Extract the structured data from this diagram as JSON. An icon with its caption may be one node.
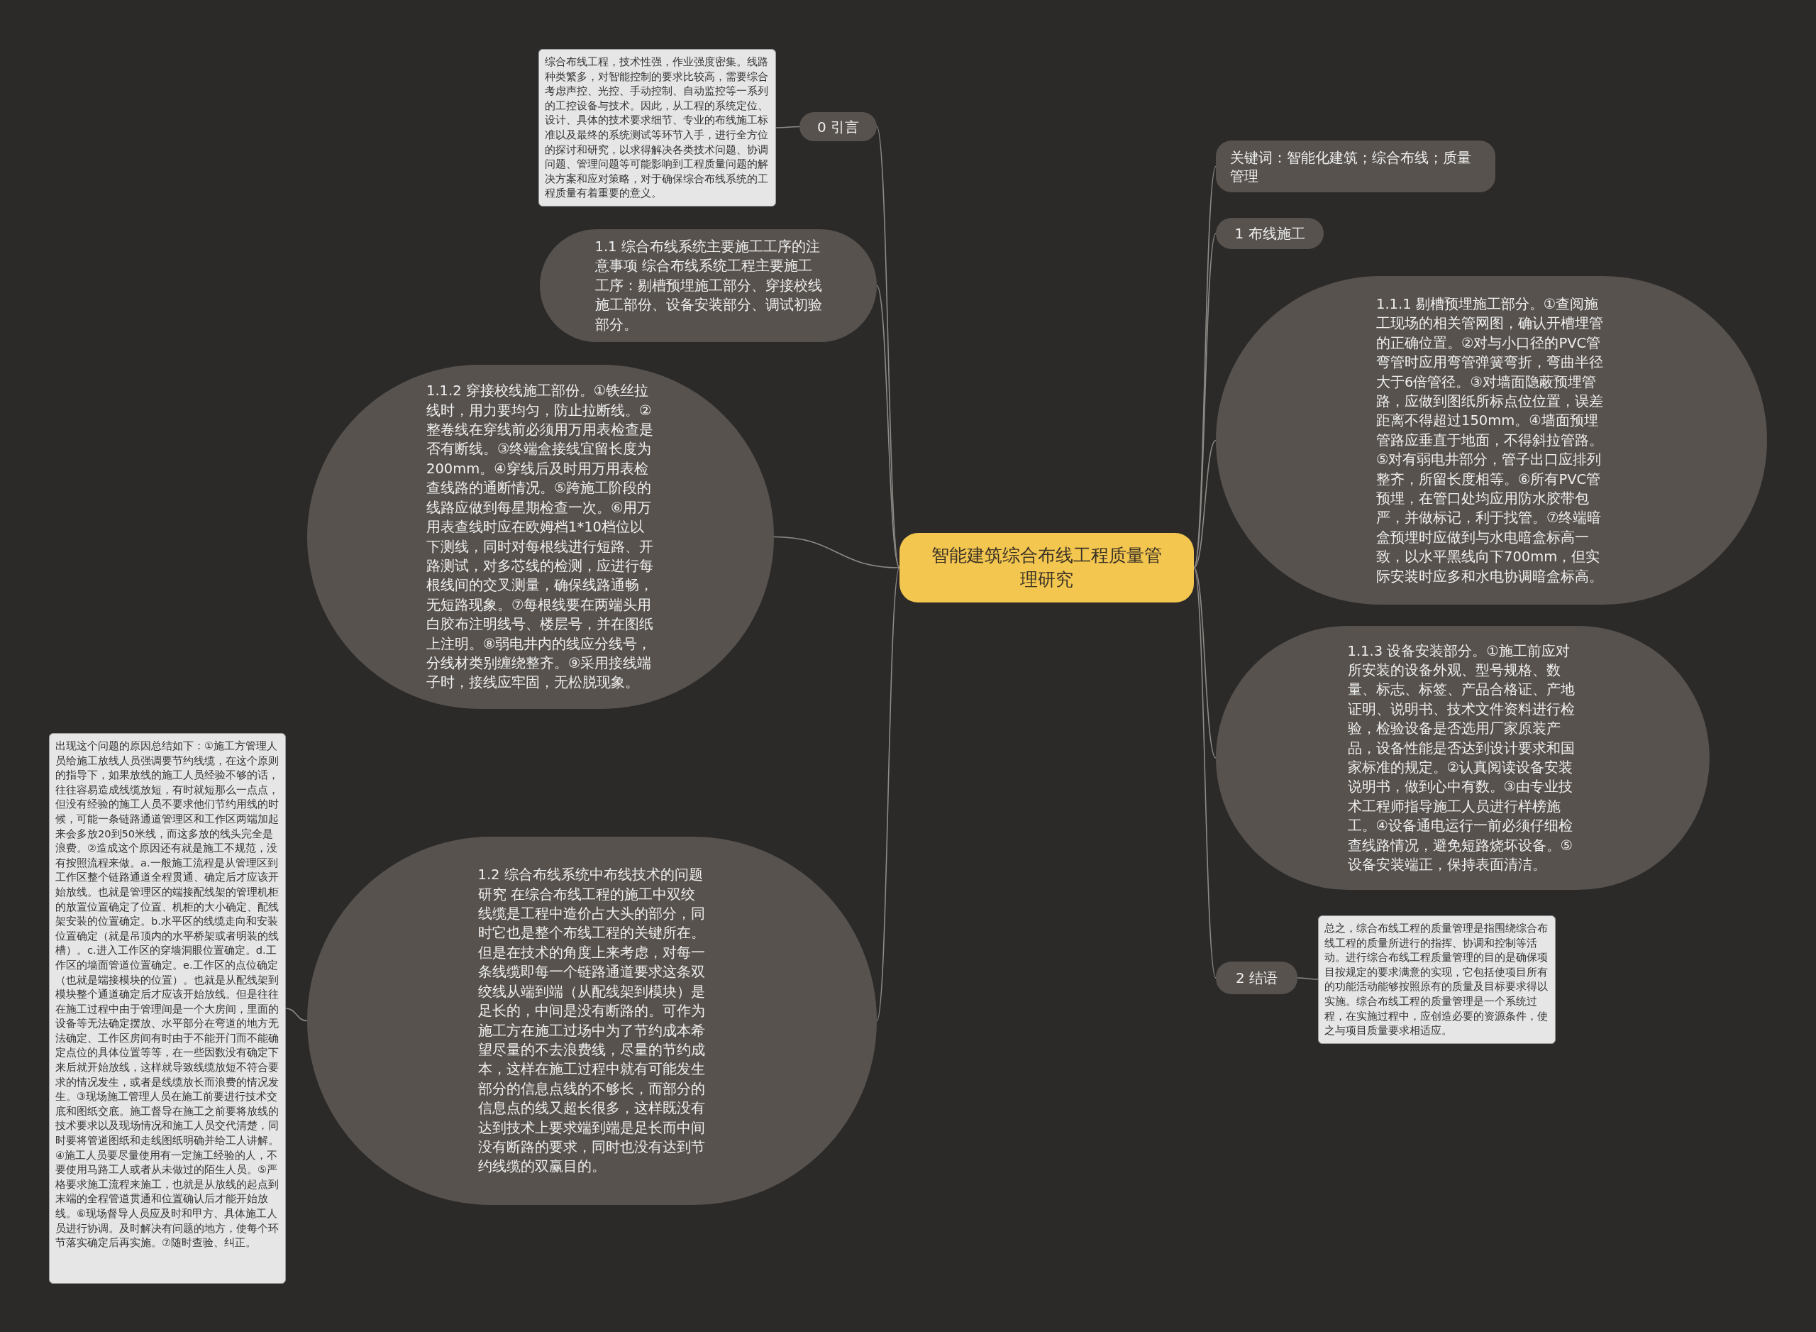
{
  "diagram": {
    "nodes": [
      {
        "text": [
          "智能建筑综合布线工程质量管理研究"
        ]
      },
      {
        "text": [
          "0  引言"
        ]
      },
      {
        "text": [
          "综合布线工程，技术性强，作业强度密集。线路种类繁多，对智能控制的要求比较高，需要综合考虑声控、光控、手动控制、自动监控等一系列的工控设备与技术。因此，从工程的系统定位、设计、具体的技术要求细节、专业的布线施工标准以及最终的系统测试等环节入手，进行全方位的探讨和研究，以求得解决各类技术问题、协调问题、管理问题等可能影响到工程质量问题的解决方案和应对策略，对于确保综合布线系统的工程质量有着重要的意义。"
        ]
      },
      {
        "text": [
          "1.1 综合布线系统主要施工工序的注意事项  综合布线系统工程主要施工工序：剔槽预埋施工部分、穿接校线施工部份、设备安装部分、调试初验部分。"
        ]
      },
      {
        "text": [
          "1.1.2 穿接校线施工部份。①铁丝拉线时，用力要均匀，防止拉断线。②整卷线在穿线前必须用万用表检查是否有断线。③终端盒接线宜留长度为200mm。④穿线后及时用万用表检查线路的通断情况。⑤跨施工阶段的线路应做到每星期检查一次。⑥用万用表查线时应在欧姆档1*10档位以下测线，同时对每根线进行短路、开路测试，对多芯线的检测，应进行每根线间的交叉测量，确保线路通畅，无短路现象。⑦每根线要在两端头用白胶布注明线号、楼层号，并在图纸上注明。⑧弱电井内的线应分线号，分线材类别缠绕整齐。⑨采用接线端子时，接线应牢固，无松脱现象。"
        ]
      },
      {
        "text": [
          "1.2 综合布线系统中布线技术的问题研究  在综合布线工程的施工中双绞线缆是工程中造价占大头的部分，同时它也是整个布线工程的关键所在。但是在技术的角度上来考虑，对每一条线缆即每一个链路通道要求这条双绞线从端到端（从配线架到模块）是足长的，中间是没有断路的。可作为施工方在施工过场中为了节约成本希望尽量的不去浪费线，尽量的节约成本，这样在施工过程中就有可能发生部分的信息点线的不够长，而部分的信息点的线又超长很多，这样既没有达到技术上要求端到端是足长而中间没有断路的要求，同时也没有达到节约线缆的双赢目的。"
        ]
      },
      {
        "text": [
          "出现这个问题的原因总结如下：①施工方管理人员给施工放线人员强调要节约线缆，在这个原则的指导下，如果放线的施工人员经验不够的话，往往容易造成线缆放短，有时就短那么一点点，但没有经验的施工人员不要求他们节约用线的时候，可能一条链路通道管理区和工作区两端加起来会多放20到50米线，而这多放的线头完全是浪费。②造成这个原因还有就是施工不规范，没有按照流程来做。a.一般施工流程是从管理区到工作区整个链路通道全程贯通、确定后才应该开始放线。也就是管理区的端接配线架的管理机柜的放置位置确定了位置、机柜的大小确定、配线架安装的位置确定。b.水平区的线缆走向和安装位置确定（就是吊顶内的水平桥架或者明装的线槽）。c.进入工作区的穿墙洞眼位置确定。d.工作区的墙面管道位置确定。e.工作区的点位确定（也就是端接模块的位置）。也就是从配线架到模块整个通道确定后才应该开始放线。但是往往在施工过程中由于管理间是一个大房间，里面的设备等无法确定摆放、水平部分在弯道的地方无法确定、工作区房间有时由于不能开门而不能确定点位的具体位置等等，在一些因数没有确定下来后就开始放线，这样就导致线缆放短不符合要求的情况发生，或者是线缆放长而浪费的情况发生。③现场施工管理人员在施工前要进行技术交底和图纸交底。施工督导在施工之前要将放线的技术要求以及现场情况和施工人员交代清楚，同时要将管道图纸和走线图纸明确并给工人讲解。④施工人员要尽量使用有一定施工经验的人，不要使用马路工人或者从未做过的陌生人员。⑤严格要求施工流程来施工，也就是从放线的起点到末端的全程管道贯通和位置确认后才能开始放线。⑥现场督导人员应及时和甲方、具体施工人员进行协调。及时解决有问题的地方，使每个环节落实确定后再实施。⑦随时查验、纠正。"
        ]
      },
      {
        "text": [
          "关键词：智能化建筑；综合布线；质量管理"
        ]
      },
      {
        "text": [
          "1  布线施工"
        ]
      },
      {
        "text": [
          "1.1.1 剔槽预埋施工部分。①查阅施工现场的相关管网图，确认开槽埋管的正确位置。②对与小口径的PVC管弯管时应用弯管弹簧弯折，弯曲半径大于6倍管径。③对墙面隐蔽预埋管路，应做到图纸所标点位位置，误差距离不得超过150mm。④墙面预埋管路应垂直于地面，不得斜拉管路。⑤对有弱电井部分，管子出口应排列整齐，所留长度相等。⑥所有PVC管预埋，在管口处均应用防水胶带包严，并做标记，利于找管。⑦终端暗盒预埋时应做到与水电暗盒标高一致，以水平黑线向下700mm，但实际安装时应多和水电协调暗盒标高。"
        ]
      },
      {
        "text": [
          "1.1.3 设备安装部分。①施工前应对所安装的设备外观、型号规格、数量、标志、标签、产品合格证、产地证明、说明书、技术文件资料进行检验，检验设备是否选用厂家原装产品，设备性能是否达到设计要求和国家标准的规定。②认真阅读设备安装说明书，做到心中有数。③由专业技术工程师指导施工人员进行样榜施工。④设备通电运行一前必须仔细检查线路情况，避免短路烧坏设备。⑤设备安装端正，保持表面清洁。"
        ]
      },
      {
        "text": [
          "2  结语"
        ]
      },
      {
        "text": [
          "总之，综合布线工程的质量管理是指围绕综合布线工程的质量所进行的指挥、协调和控制等活动。进行综合布线工程质量管理的目的是确保项目按规定的要求满意的实现，它包括使项目所有的功能活动能够按照原有的质量及目标要求得以实施。综合布线工程的质量管理是一个系统过程，在实施过程中，应创造必要的资源条件，使之与项目质量要求相适应。"
        ]
      }
    ],
    "edges": [
      {
        "from": 0,
        "to": 1,
        "arrow": "none"
      },
      {
        "from": 1,
        "to": 2,
        "arrow": "none"
      },
      {
        "from": 0,
        "to": 3,
        "arrow": "none"
      },
      {
        "from": 0,
        "to": 4,
        "arrow": "none"
      },
      {
        "from": 0,
        "to": 5,
        "arrow": "none"
      },
      {
        "from": 5,
        "to": 6,
        "arrow": "none"
      },
      {
        "from": 0,
        "to": 7,
        "arrow": "none"
      },
      {
        "from": 0,
        "to": 8,
        "arrow": "none"
      },
      {
        "from": 0,
        "to": 9,
        "arrow": "none"
      },
      {
        "from": 0,
        "to": 10,
        "arrow": "none"
      },
      {
        "from": 0,
        "to": 11,
        "arrow": "none"
      },
      {
        "from": 11,
        "to": 12,
        "arrow": "none"
      }
    ]
  }
}
